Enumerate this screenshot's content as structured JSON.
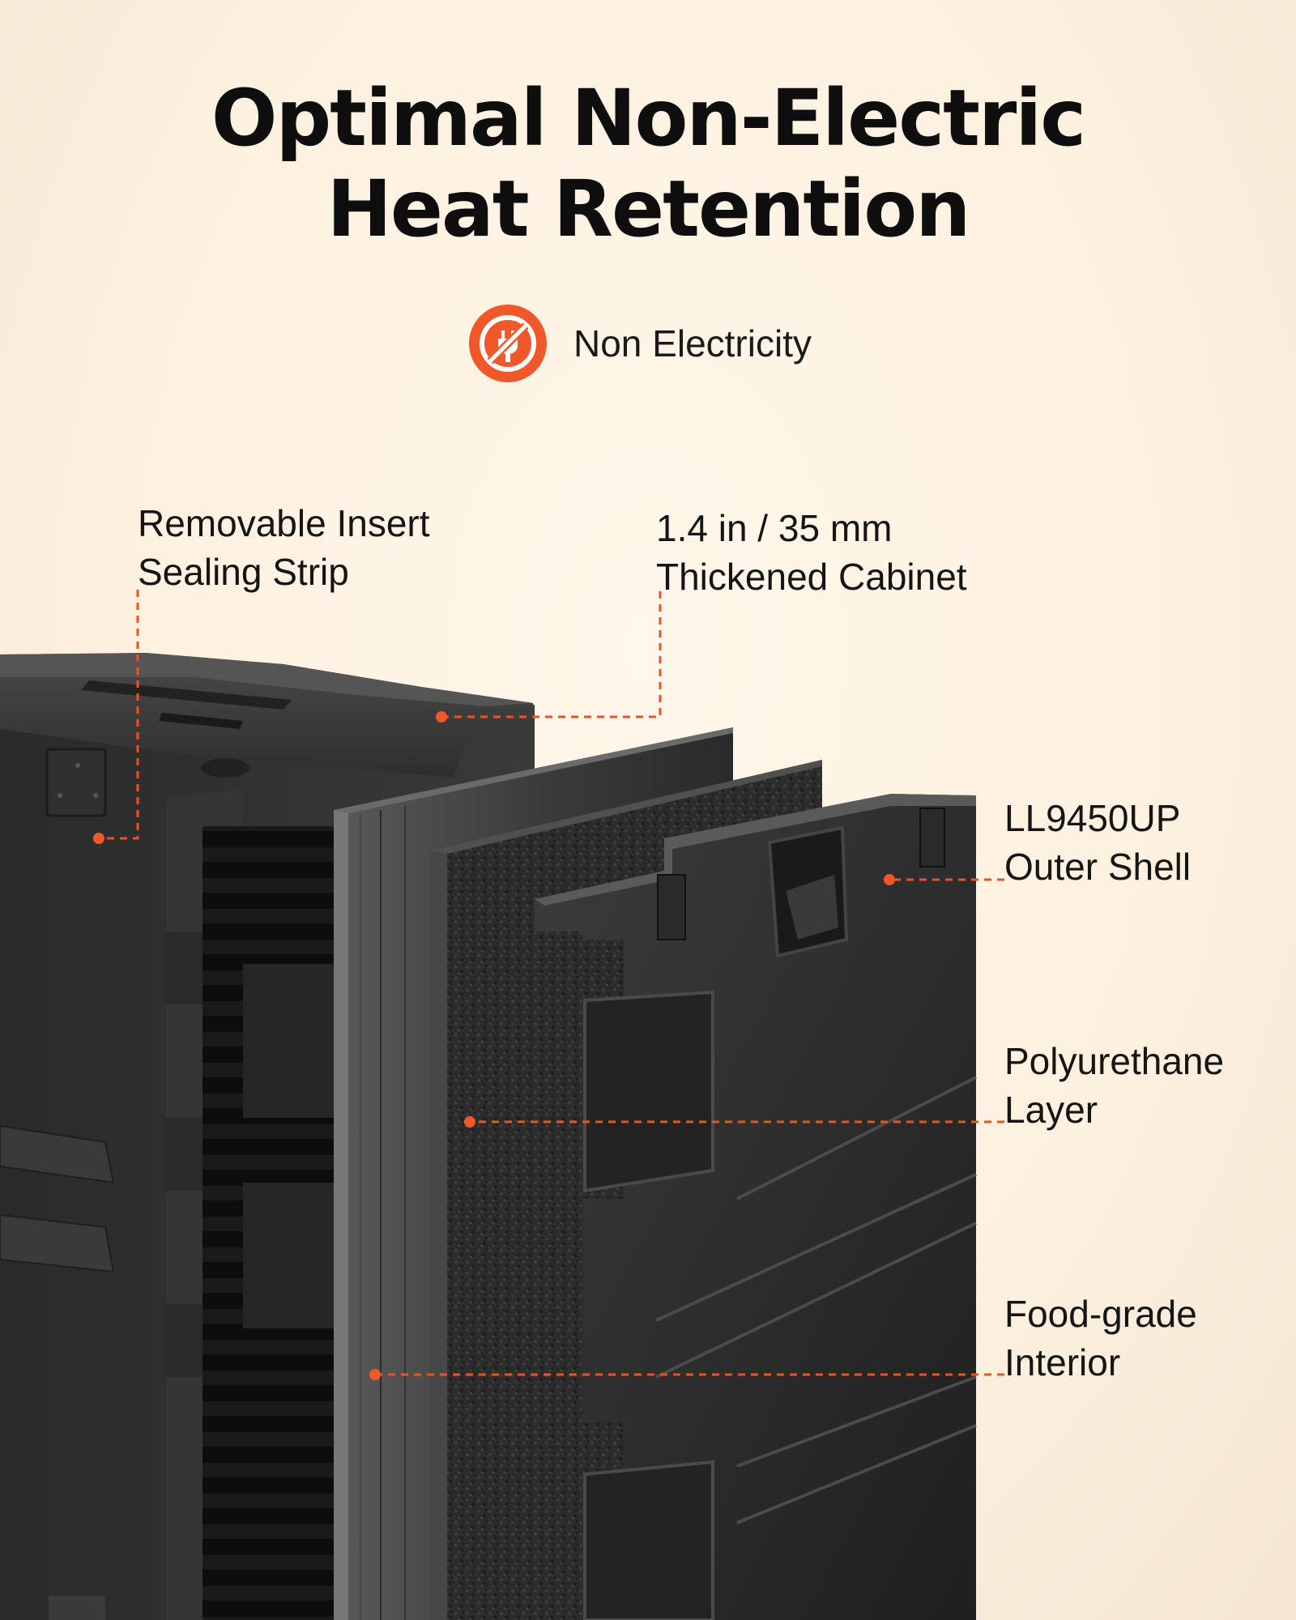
{
  "title": {
    "line1": "Optimal Non-Electric",
    "line2": "Heat Retention"
  },
  "badge": {
    "icon": "no-plug-icon",
    "label": "Non Electricity"
  },
  "callouts": {
    "insert": {
      "line1": "Removable Insert",
      "line2": "Sealing Strip"
    },
    "cabinet": {
      "line1": "1.4 in / 35 mm",
      "line2": "Thickened Cabinet"
    },
    "shell": {
      "line1": "LL9450UP",
      "line2": "Outer Shell"
    },
    "pu": {
      "line1": "Polyurethane",
      "line2": "Layer"
    },
    "interior": {
      "line1": "Food-grade",
      "line2": "Interior"
    }
  },
  "colors": {
    "accent": "#f0582a",
    "leader": "#e8532a",
    "background": "#fdf3e4",
    "product": "#2b2b2b"
  }
}
